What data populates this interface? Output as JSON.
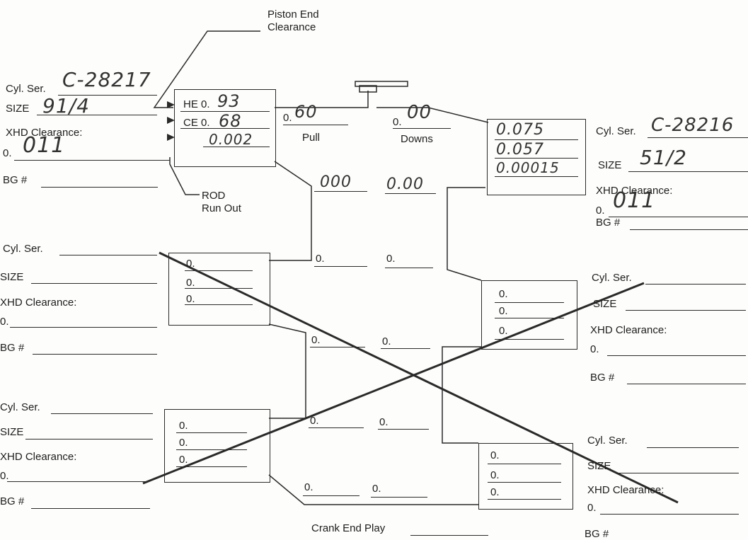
{
  "callouts": {
    "piston_end_clearance": [
      "Piston End",
      "Clearance"
    ],
    "rod_run_out": [
      "ROD",
      "Run Out"
    ],
    "crank_end_play": "Crank End Play"
  },
  "labels": {
    "cyl_ser": "Cyl. Ser.",
    "size": "SIZE",
    "xhd_clearance": "XHD Clearance:",
    "zero_prefix": "0.",
    "bg": "BG #",
    "pull": "Pull",
    "downs": "Downs"
  },
  "cylinder_top_left": {
    "cyl_ser": "C-28217",
    "size": "91/4",
    "xhd_clearance": "011",
    "bg": ""
  },
  "cylinder_top_right": {
    "cyl_ser": "C-28216",
    "size": "51/2",
    "xhd_clearance": "011",
    "bg": ""
  },
  "top_left_box": {
    "he_label": "HE 0.",
    "he_value": "93",
    "ce_label": "CE 0.",
    "ce_value": "68",
    "rod_runout": "0.002"
  },
  "top_right_box": {
    "v1": "0.075",
    "v2": "0.057",
    "v3": "0.00015"
  },
  "crank_row1": {
    "pull_prefix": "0.",
    "pull_value": "60",
    "downs_prefix": "0.",
    "downs_value": "00"
  },
  "crank_row2": {
    "left": "000",
    "right": "0.00"
  }
}
